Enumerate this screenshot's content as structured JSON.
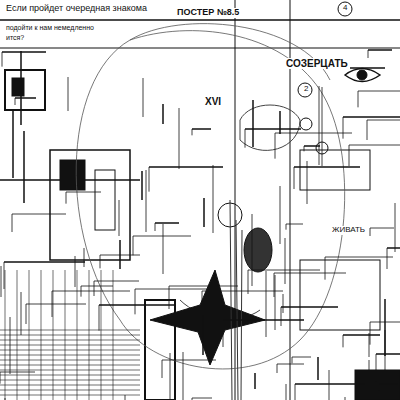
{
  "diagram": {
    "labels": [
      "Если пройдет очередная знакома",
      "подойти к нам немедленно",
      "ится?",
      "ПОСТЕР №8.5",
      "СОЗЕРЦАТЬ",
      "ЖИВАТЬ",
      "4",
      "2",
      "XVI"
    ]
  }
}
